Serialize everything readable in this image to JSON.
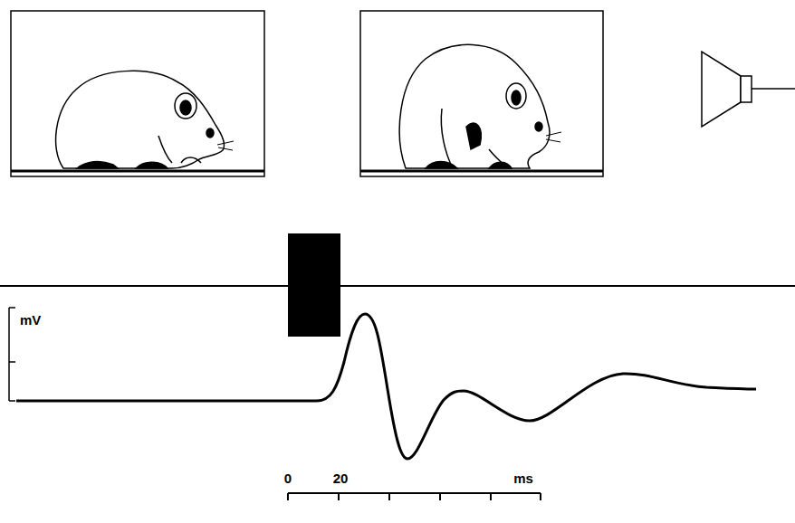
{
  "diagram": {
    "labels": [
      "mV",
      "0",
      "20",
      "ms"
    ]
  }
}
